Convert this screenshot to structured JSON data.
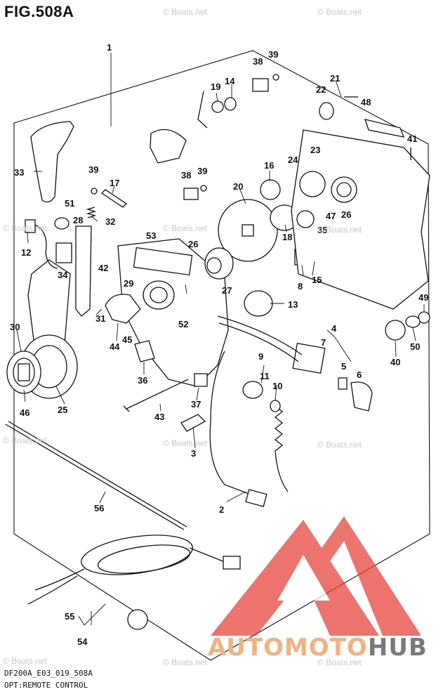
{
  "figure": {
    "title": "FIG.508A",
    "code": "DF200A_E03_019_508A",
    "caption": "OPT:REMOTE CONTROL"
  },
  "watermark": {
    "text": "© Boats.net"
  },
  "brand": {
    "part1": "AUTOMOTO",
    "part2": "HUB",
    "color_primary": "#e8463c",
    "color_secondary": "#7a7a7a"
  },
  "callouts": [
    "1",
    "2",
    "3",
    "4",
    "5",
    "6",
    "7",
    "8",
    "9",
    "10",
    "11",
    "12",
    "13",
    "14",
    "15",
    "16",
    "17",
    "18",
    "19",
    "20",
    "21",
    "22",
    "23",
    "24",
    "25",
    "26",
    "26",
    "27",
    "28",
    "29",
    "30",
    "31",
    "32",
    "33",
    "34",
    "35",
    "36",
    "37",
    "38",
    "38",
    "39",
    "39",
    "39",
    "40",
    "41",
    "42",
    "43",
    "44",
    "45",
    "46",
    "47",
    "48",
    "49",
    "50",
    "51",
    "52",
    "53",
    "54",
    "55",
    "56"
  ]
}
